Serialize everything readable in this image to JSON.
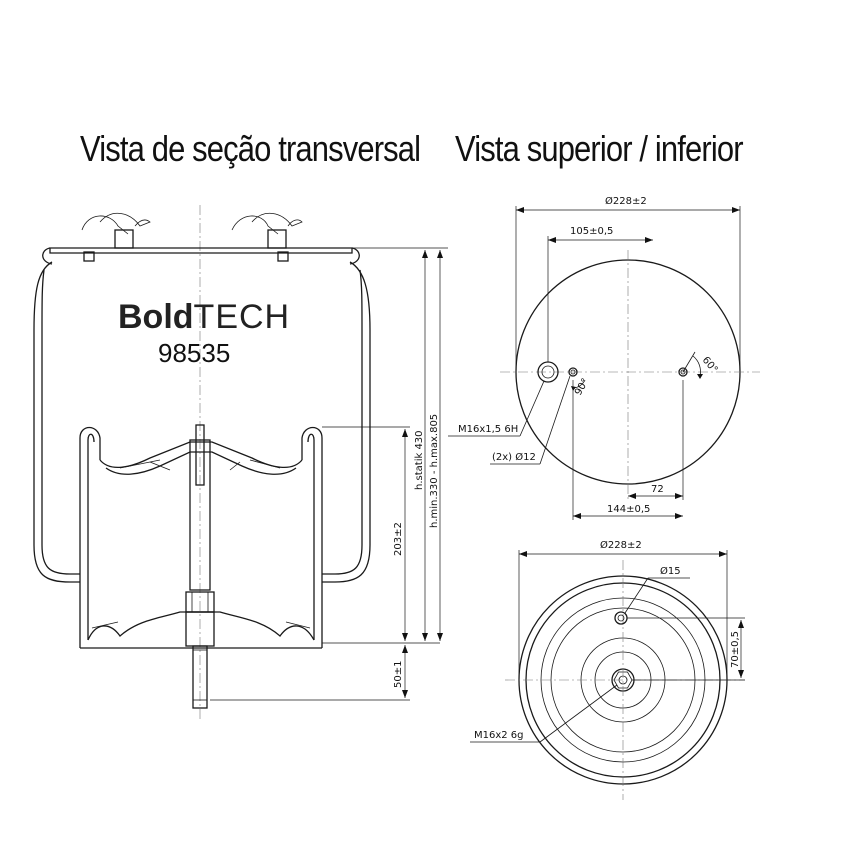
{
  "headings": {
    "left": "Vista de seção transversal",
    "right": "Vista superior / inferior"
  },
  "brand": {
    "bold": "Bold",
    "light": "TECH",
    "part_number": "98535"
  },
  "section_dims": {
    "statik": "h.statik 430",
    "minmax": "h.min.330 - h.max.805",
    "d203": "203±2",
    "d50": "50±1"
  },
  "top_view_dims": {
    "dia": "Ø228±2",
    "d105": "105±0,5",
    "a60": "60°",
    "a90": "90°",
    "d72": "72",
    "d144": "144±0,5",
    "m16": "M16x1,5 6H",
    "hole12": "(2x) Ø12"
  },
  "bottom_view_dims": {
    "dia": "Ø228±2",
    "hole15": "Ø15",
    "d70": "70±0,5",
    "m16g": "M16x2 6g"
  }
}
